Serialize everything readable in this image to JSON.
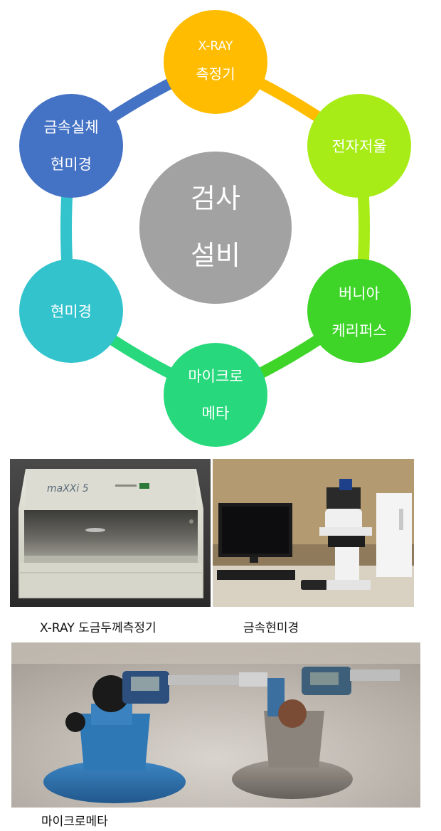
{
  "diagram": {
    "center": {
      "lines": [
        "검사",
        "설비"
      ],
      "color": "#a2a2a2"
    },
    "nodes": [
      {
        "id": "xray",
        "lines": [
          "X-RAY",
          "측정기"
        ],
        "color": "#ffbc00"
      },
      {
        "id": "ebalance",
        "lines": [
          "전자저울"
        ],
        "color": "#a7ec17"
      },
      {
        "id": "vernier",
        "lines": [
          "버니아",
          "케리퍼스"
        ],
        "color": "#3ed528"
      },
      {
        "id": "micrometer",
        "lines": [
          "마이크로",
          "메타"
        ],
        "color": "#27d97c"
      },
      {
        "id": "microscope",
        "lines": [
          "현미경"
        ],
        "color": "#32c3cd"
      },
      {
        "id": "metal-microscope",
        "lines": [
          "금속실체",
          "현미경"
        ],
        "color": "#4472c4"
      }
    ]
  },
  "captions": {
    "xray": "X-RAY 도금두께측정기",
    "metal": "금속현미경",
    "micrometer": "마이크로메타"
  },
  "photo_labels": {
    "xray_brand": "maXXi 5"
  }
}
